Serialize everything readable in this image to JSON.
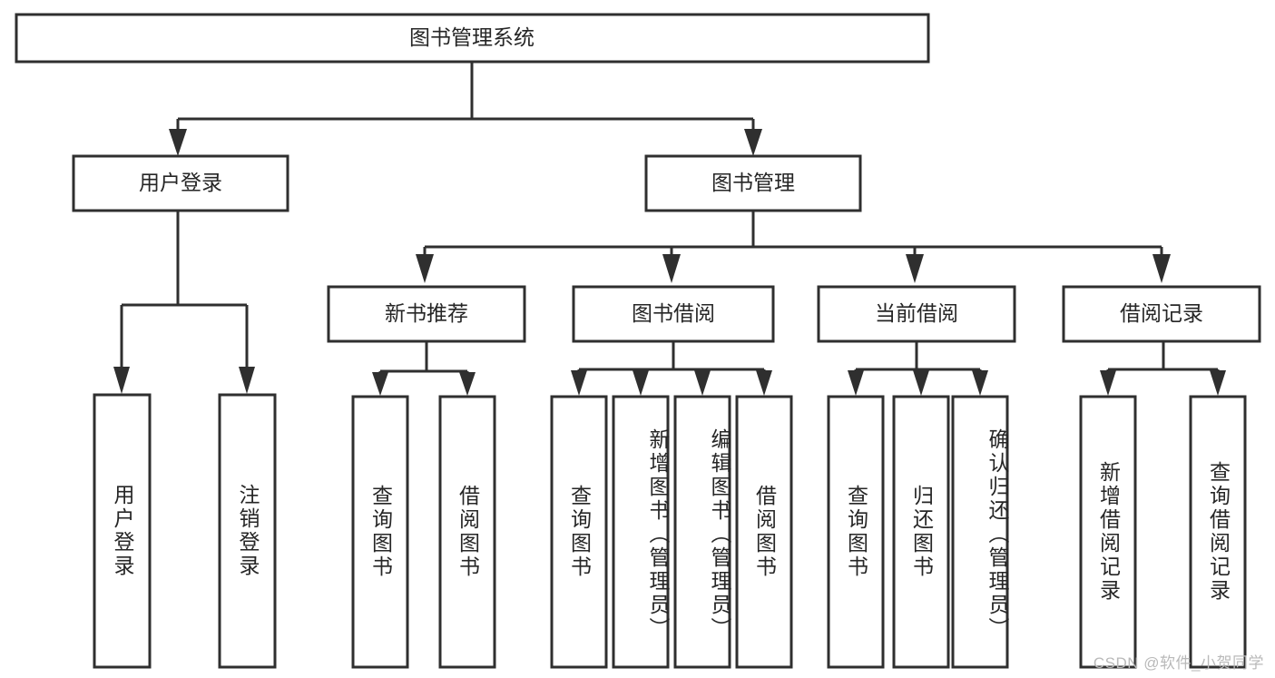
{
  "diagram": {
    "title": "图书管理系统",
    "type": "tree-hierarchy-diagram",
    "colors": {
      "stroke": "#2f2f2f",
      "fill": "#ffffff",
      "text": "#262626",
      "watermark": "#b9b9b9"
    },
    "root": {
      "label": "图书管理系统"
    },
    "level2": [
      {
        "label": "用户登录"
      },
      {
        "label": "图书管理"
      }
    ],
    "level3": [
      {
        "label": "新书推荐"
      },
      {
        "label": "图书借阅"
      },
      {
        "label": "当前借阅"
      },
      {
        "label": "借阅记录"
      }
    ],
    "leaves": {
      "user_login": [
        {
          "label": "用户登录"
        },
        {
          "label": "注销登录"
        }
      ],
      "new_book_recommend": [
        {
          "label": "查询图书"
        },
        {
          "label": "借阅图书"
        }
      ],
      "book_borrow": [
        {
          "label": "查询图书"
        },
        {
          "label": "新增图书（管理员）"
        },
        {
          "label": "编辑图书（管理员）"
        },
        {
          "label": "借阅图书"
        }
      ],
      "current_borrow": [
        {
          "label": "查询图书"
        },
        {
          "label": "归还图书"
        },
        {
          "label": "确认归还（管理员）"
        }
      ],
      "borrow_record": [
        {
          "label": "新增借阅记录"
        },
        {
          "label": "查询借阅记录"
        }
      ]
    }
  },
  "watermark": {
    "text": "CSDN @软件_小贺同学"
  }
}
